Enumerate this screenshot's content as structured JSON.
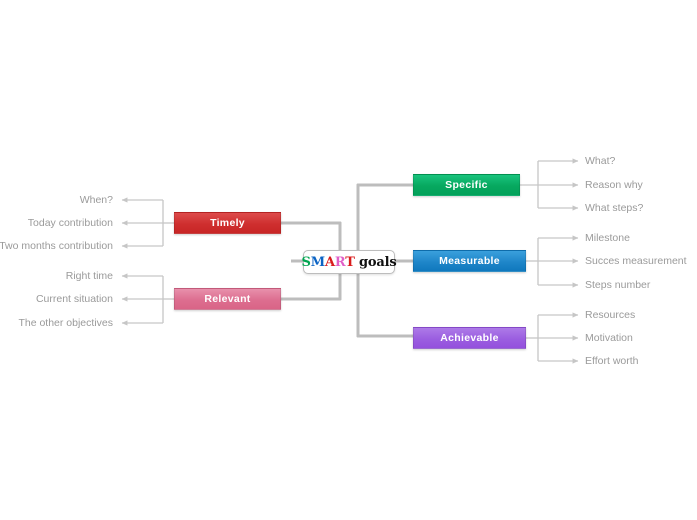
{
  "diagram": {
    "title": "SMART goals mind map",
    "background_color": "#ffffff",
    "connector_color": "#bdbdbd",
    "leaf_text_color": "#9a9a9a"
  },
  "center": {
    "name": "SMART goals",
    "letters": [
      {
        "char": "S",
        "color": "#00a550"
      },
      {
        "char": "M",
        "color": "#0b63c4"
      },
      {
        "char": "A",
        "color": "#d91c1c"
      },
      {
        "char": "R",
        "color": "#e060c8"
      },
      {
        "char": "T",
        "color": "#d91c1c"
      }
    ],
    "suffix": " goals",
    "suffix_color": "#111111"
  },
  "branches": {
    "specific": {
      "label": "Specific",
      "color": "#07a85f",
      "side": "right",
      "leaves": [
        "What?",
        "Reason why",
        "What steps?"
      ]
    },
    "measurable": {
      "label": "Measurable",
      "color": "#1f86c9",
      "side": "right",
      "leaves": [
        "Milestone",
        "Succes measurement",
        "Steps number"
      ]
    },
    "achievable": {
      "label": "Achievable",
      "color": "#9b5ee0",
      "side": "right",
      "leaves": [
        "Resources",
        "Motivation",
        "Effort worth"
      ]
    },
    "timely": {
      "label": "Timely",
      "color": "#cf2f2f",
      "side": "left",
      "leaves": [
        "When?",
        "Today contribution",
        "Two months contribution"
      ]
    },
    "relevant": {
      "label": "Relevant",
      "color": "#dd6e90",
      "side": "left",
      "leaves": [
        "Right time",
        "Current situation",
        "The other objectives"
      ]
    }
  }
}
